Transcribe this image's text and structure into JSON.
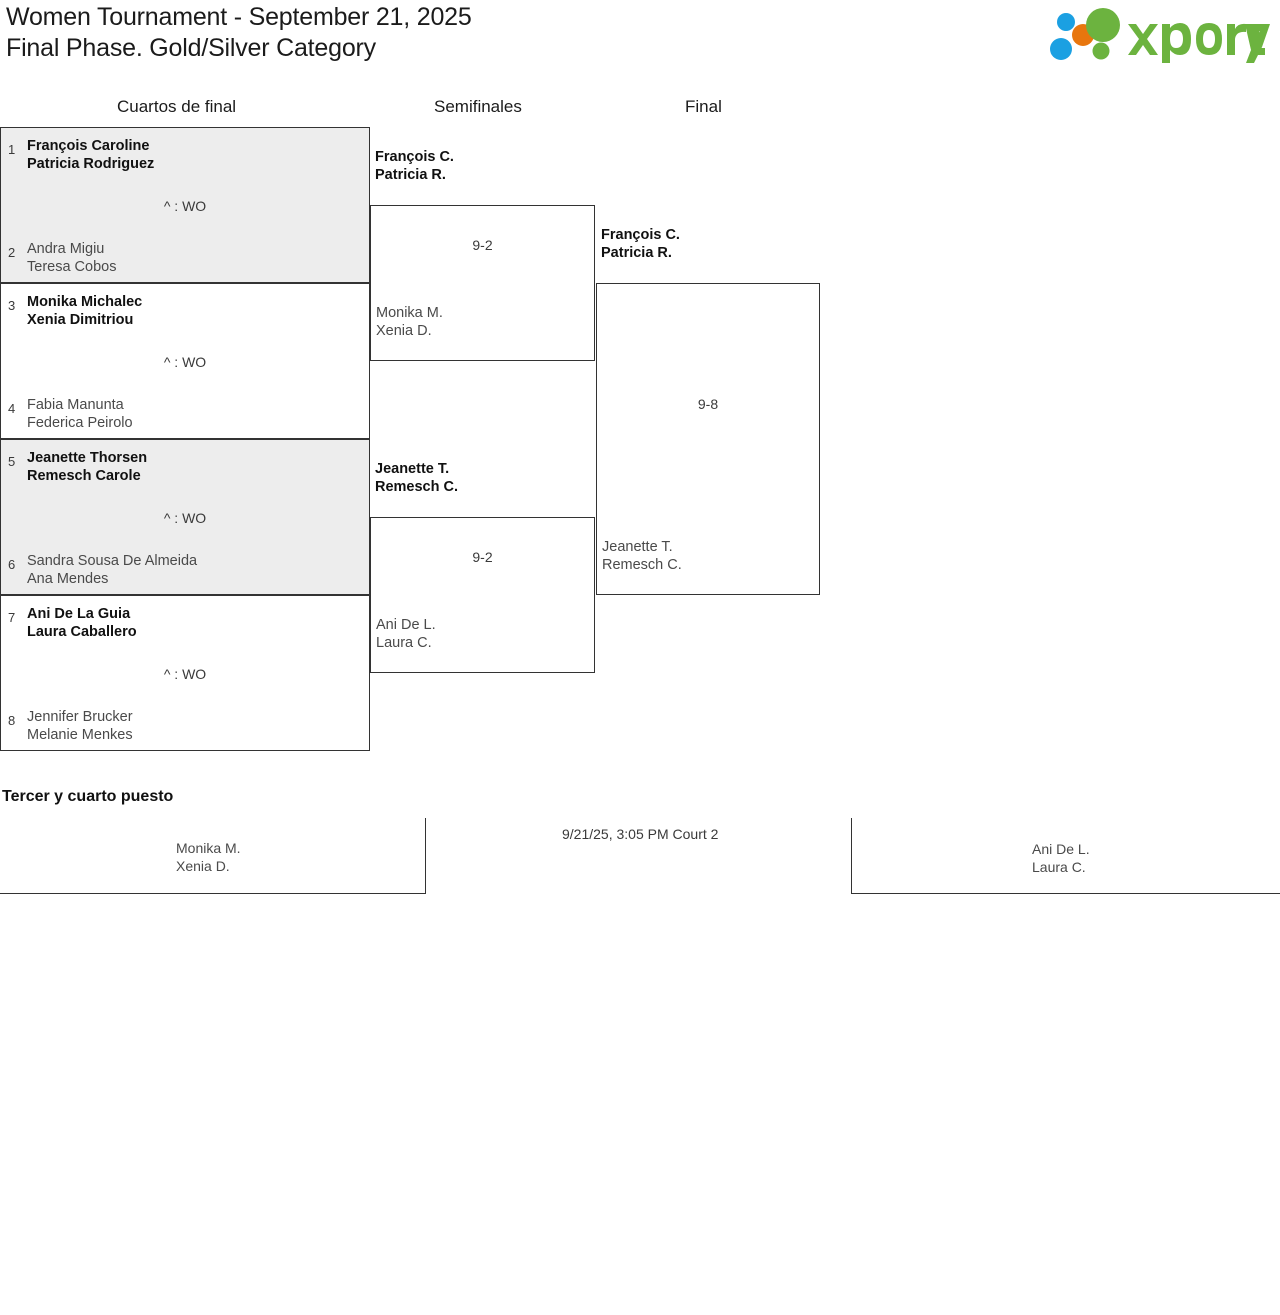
{
  "header": {
    "title": "Women Tournament - September 21, 2025\nFinal Phase. Gold/Silver Category",
    "logo_text": "xporty",
    "logo_colors": {
      "green": "#6cb33f",
      "orange": "#e8760e",
      "blue": "#1ba0e2"
    }
  },
  "rounds": {
    "quarterfinals_label": "Cuartos de final",
    "semifinals_label": "Semifinales",
    "final_label": "Final"
  },
  "quarterfinals": [
    {
      "shaded": true,
      "top": {
        "seed": "1",
        "team": "François Caroline\nPatricia Rodriguez",
        "winner": true
      },
      "bottom": {
        "seed": "2",
        "team": "Andra Migiu\nTeresa Cobos",
        "winner": false
      },
      "score": "^ : WO"
    },
    {
      "shaded": false,
      "top": {
        "seed": "3",
        "team": "Monika Michalec\nXenia Dimitriou",
        "winner": true
      },
      "bottom": {
        "seed": "4",
        "team": "Fabia Manunta\nFederica Peirolo",
        "winner": false
      },
      "score": "^ : WO"
    },
    {
      "shaded": true,
      "top": {
        "seed": "5",
        "team": "Jeanette Thorsen\nRemesch Carole",
        "winner": true
      },
      "bottom": {
        "seed": "6",
        "team": "Sandra Sousa De Almeida\nAna Mendes",
        "winner": false
      },
      "score": "^ : WO"
    },
    {
      "shaded": false,
      "top": {
        "seed": "7",
        "team": "Ani De La Guia\nLaura Caballero",
        "winner": true
      },
      "bottom": {
        "seed": "8",
        "team": "Jennifer Brucker\nMelanie Menkes",
        "winner": false
      },
      "score": "^ : WO"
    }
  ],
  "semifinals": [
    {
      "top": {
        "team": "François C.\nPatricia R.",
        "winner": true
      },
      "bottom": {
        "team": "Monika M.\nXenia D.",
        "winner": false
      },
      "score": "9-2"
    },
    {
      "top": {
        "team": "Jeanette T.\nRemesch C.",
        "winner": true
      },
      "bottom": {
        "team": "Ani De L.\nLaura C.",
        "winner": false
      },
      "score": "9-2"
    }
  ],
  "final": {
    "top": {
      "team": "François C.\nPatricia R.",
      "winner": true
    },
    "bottom": {
      "team": "Jeanette T.\nRemesch C.",
      "winner": false
    },
    "score": "9-8"
  },
  "third_place": {
    "title": "Tercer y cuarto puesto",
    "left_team": "Monika M.\nXenia D.",
    "right_team": "Ani De L.\nLaura C.",
    "meta": "9/21/25, 3:05 PM Court 2"
  }
}
